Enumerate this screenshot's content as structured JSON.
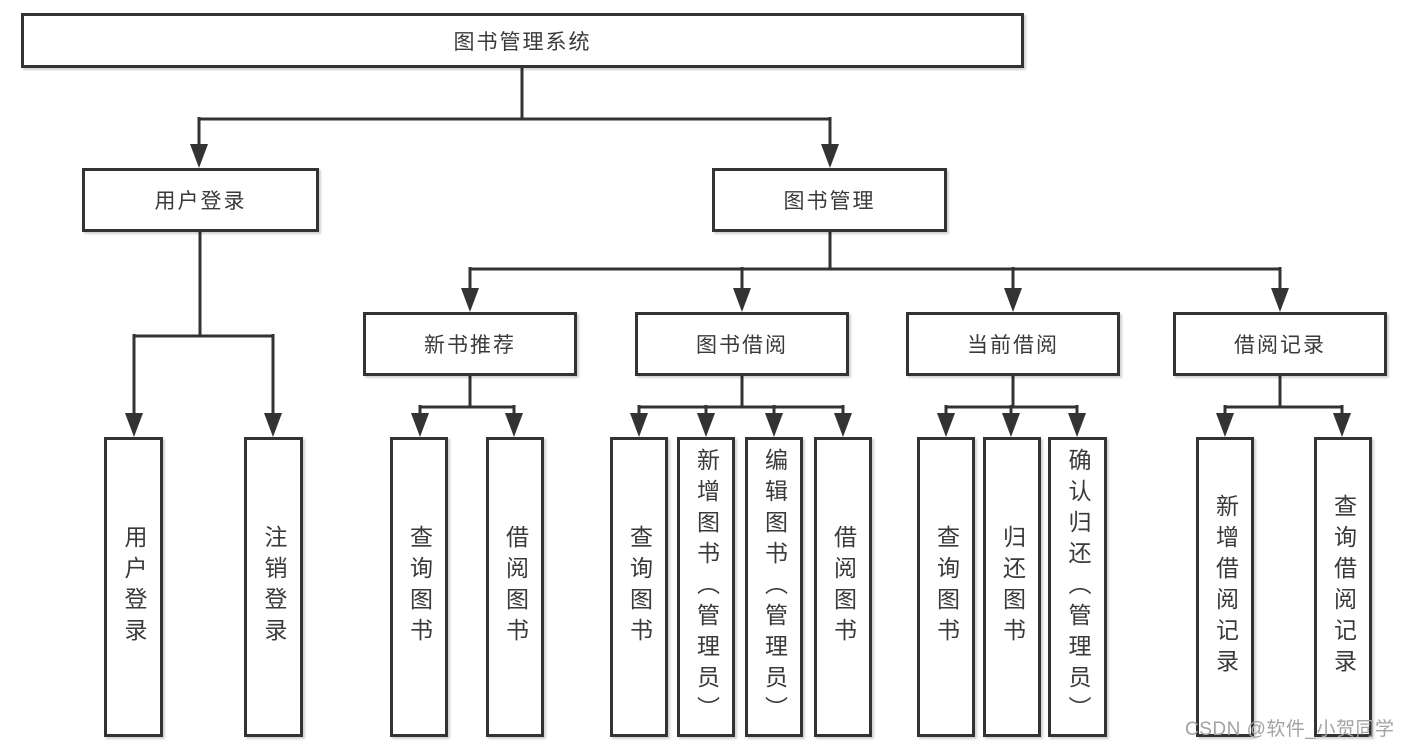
{
  "diagram": {
    "tree": {
      "label": "图书管理系统",
      "children": [
        {
          "label": "用户登录",
          "children": [
            {
              "label": "用户登录"
            },
            {
              "label": "注销登录"
            }
          ]
        },
        {
          "label": "图书管理",
          "children": [
            {
              "label": "新书推荐",
              "children": [
                {
                  "label": "查询图书"
                },
                {
                  "label": "借阅图书"
                }
              ]
            },
            {
              "label": "图书借阅",
              "children": [
                {
                  "label": "查询图书"
                },
                {
                  "label": "新增图书（管理员）"
                },
                {
                  "label": "编辑图书（管理员）"
                },
                {
                  "label": "借阅图书"
                }
              ]
            },
            {
              "label": "当前借阅",
              "children": [
                {
                  "label": "查询图书"
                },
                {
                  "label": "归还图书"
                },
                {
                  "label": "确认归还（管理员）"
                }
              ]
            },
            {
              "label": "借阅记录",
              "children": [
                {
                  "label": "新增借阅记录"
                },
                {
                  "label": "查询借阅记录"
                }
              ]
            }
          ]
        }
      ]
    }
  },
  "watermark": {
    "text": "CSDN @软件_小贺同学"
  },
  "colors": {
    "line": "#333333",
    "box_border": "#333333",
    "text": "#3a3a3a",
    "watermark": "#a3a3a3",
    "background": "#ffffff"
  }
}
